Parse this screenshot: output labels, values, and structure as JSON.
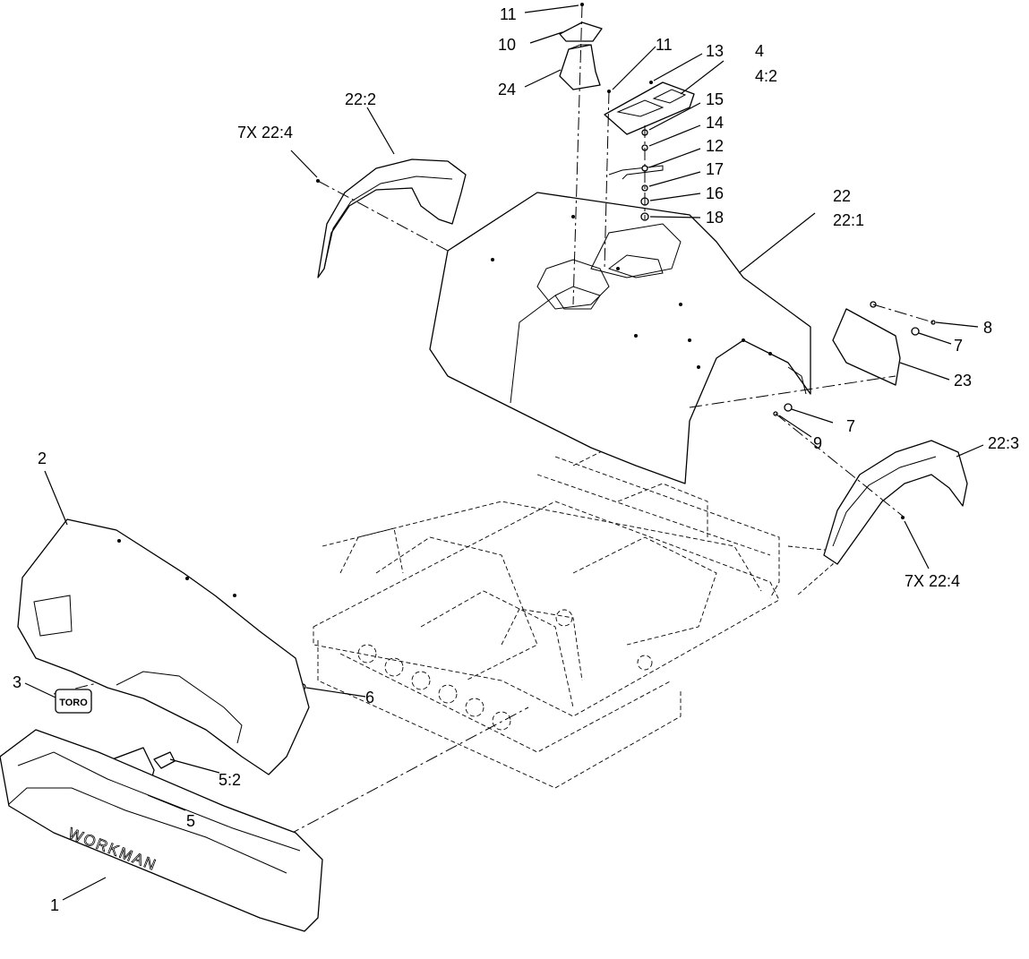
{
  "callouts": [
    {
      "id": "c-11-top",
      "text": "11"
    },
    {
      "id": "c-10",
      "text": "10"
    },
    {
      "id": "c-24",
      "text": "24"
    },
    {
      "id": "c-11-mid",
      "text": "11"
    },
    {
      "id": "c-13",
      "text": "13"
    },
    {
      "id": "c-4",
      "text": "4"
    },
    {
      "id": "c-4-2",
      "text": "4:2"
    },
    {
      "id": "c-15",
      "text": "15"
    },
    {
      "id": "c-14",
      "text": "14"
    },
    {
      "id": "c-12",
      "text": "12"
    },
    {
      "id": "c-17",
      "text": "17"
    },
    {
      "id": "c-16",
      "text": "16"
    },
    {
      "id": "c-18",
      "text": "18"
    },
    {
      "id": "c-22-2",
      "text": "22:2"
    },
    {
      "id": "c-7x-22-4-left",
      "text": "7X 22:4"
    },
    {
      "id": "c-22",
      "text": "22"
    },
    {
      "id": "c-22-1",
      "text": "22:1"
    },
    {
      "id": "c-8",
      "text": "8"
    },
    {
      "id": "c-7-a",
      "text": "7"
    },
    {
      "id": "c-23",
      "text": "23"
    },
    {
      "id": "c-7-b",
      "text": "7"
    },
    {
      "id": "c-9",
      "text": "9"
    },
    {
      "id": "c-22-3",
      "text": "22:3"
    },
    {
      "id": "c-7x-22-4-right",
      "text": "7X 22:4"
    },
    {
      "id": "c-2",
      "text": "2"
    },
    {
      "id": "c-3",
      "text": "3"
    },
    {
      "id": "c-6",
      "text": "6"
    },
    {
      "id": "c-5-2",
      "text": "5:2"
    },
    {
      "id": "c-5",
      "text": "5"
    },
    {
      "id": "c-1",
      "text": "1"
    }
  ],
  "bumper_text": "WORKMAN",
  "emblem_text": "TORO",
  "colors": {
    "line": "#000000",
    "background": "#ffffff"
  }
}
